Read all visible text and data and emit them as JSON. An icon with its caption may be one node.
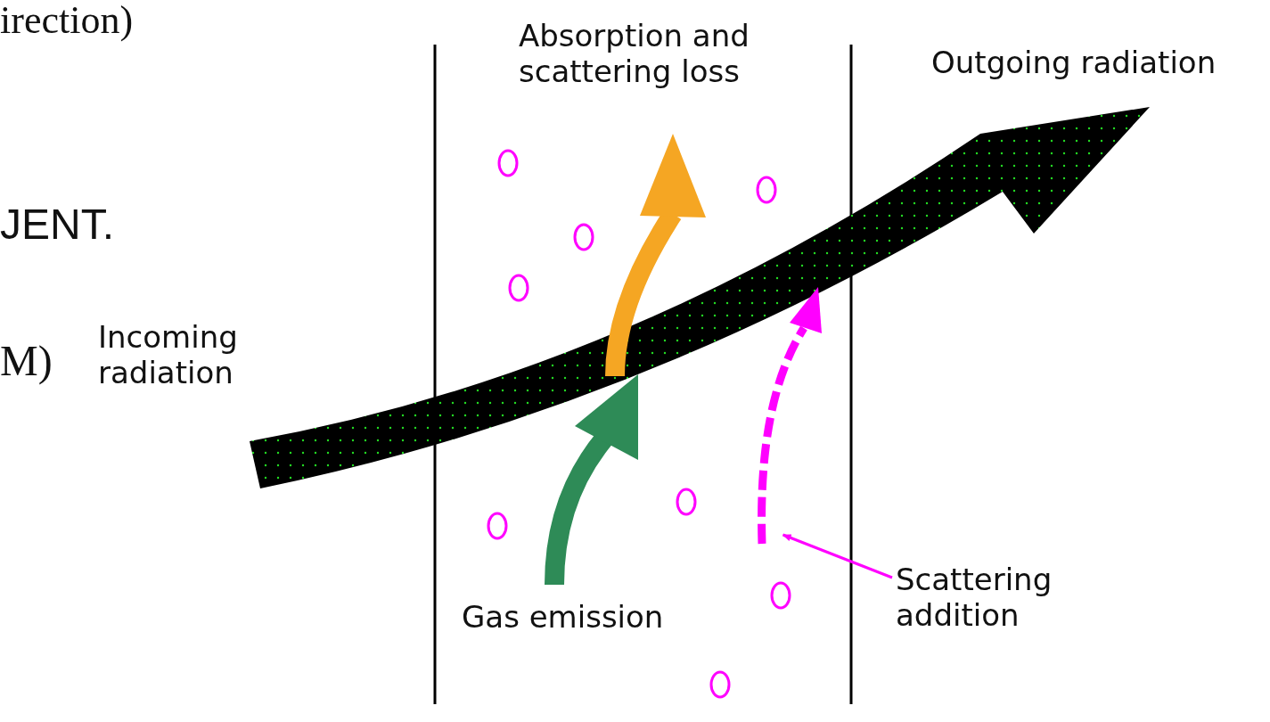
{
  "diagram": {
    "nodes": [
      {
        "text": [
          "Scattering addition"
        ]
      },
      {
        "text": [],
        "shape": "arrow"
      }
    ],
    "edges": [
      {
        "from": 0,
        "to": 1,
        "arrow": "to"
      }
    ],
    "labels": [
      "irection)",
      "Absorption and scattering loss",
      "Outgoing radiation",
      "JENT.",
      "Incoming radiation",
      "M)",
      "Gas emission"
    ]
  }
}
